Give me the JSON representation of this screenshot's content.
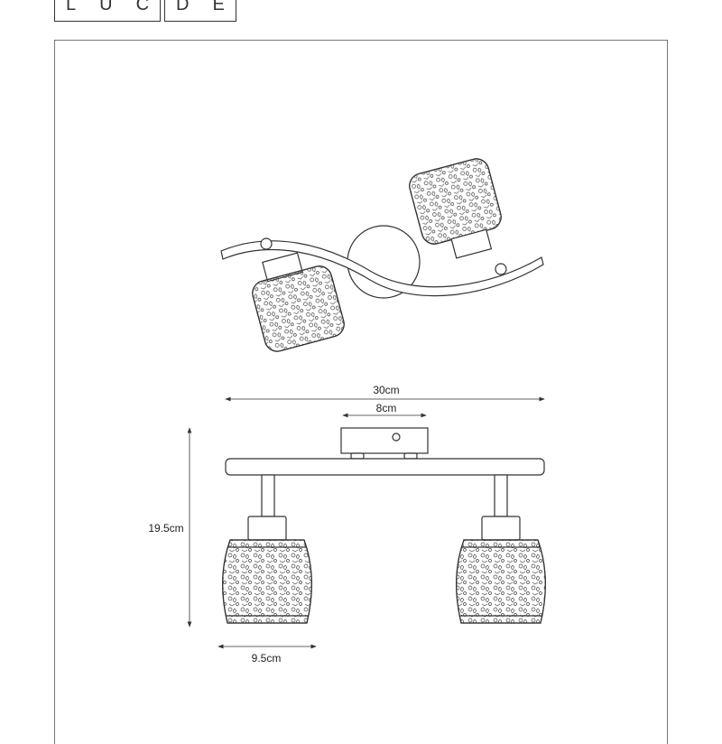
{
  "logo": {
    "text": "LUCIDE",
    "left_letters": [
      "L",
      "U",
      "C"
    ],
    "right_letters": [
      "D",
      "E"
    ]
  },
  "dimensions": {
    "total_width": "30cm",
    "canopy_width": "8cm",
    "height": "19.5cm",
    "shade_width": "9.5cm"
  },
  "colors": {
    "line": "#333333",
    "background": "#ffffff"
  }
}
